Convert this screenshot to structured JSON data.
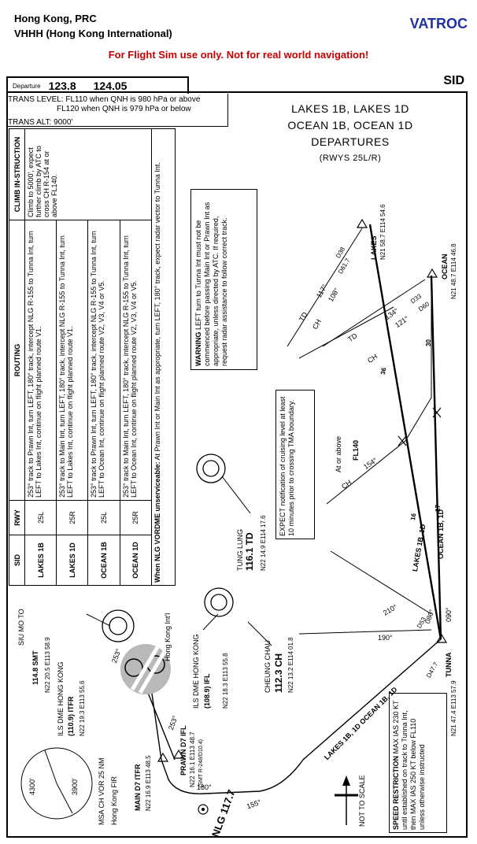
{
  "header": {
    "location": "Hong Kong, PRC",
    "airport": "VHHH (Hong Kong International)",
    "brand": "VATROC",
    "disclaimer": "For Flight Sim use only. Not for real world navigation!",
    "chart_type": "SID"
  },
  "frequency": {
    "label": "Departure",
    "freq1": "123.8",
    "freq2": "124.05"
  },
  "transition": {
    "level_line1": "TRANS LEVEL: FL110 when QNH is 980 hPa or above",
    "level_line2": "FL120 when QNH is 979 hPa or below",
    "altitude": "TRANS ALT: 9000'"
  },
  "title": {
    "line1": "LAKES 1B, LAKES 1D",
    "line2": "OCEAN 1B, OCEAN 1D",
    "line3": "DEPARTURES",
    "runways": "(RWYS 25L/R)"
  },
  "table": {
    "headers": {
      "sid": "SID",
      "rwy": "RWY",
      "routing": "ROUTING",
      "climb": "CLIMB IN-STRUCTION"
    },
    "rows": [
      {
        "sid": "LAKES 1B",
        "rwy": "25L",
        "routing": "253° track to Prawn Int, turn LEFT, 180° track, intercept NLG R-155 to Tunna Int, turn LEFT to Lakes Int, continue on flight planned route V1."
      },
      {
        "sid": "LAKES 1D",
        "rwy": "25R",
        "routing": "253° track to Main Int, turn LEFT, 180° track, intercept NLG R-155 to Tunna Int, turn LEFT to Lakes Int, continue on flight planned route V1."
      },
      {
        "sid": "OCEAN 1B",
        "rwy": "25L",
        "routing": "253° track to Prawn Int, turn LEFT, 180° track, intercept NLG R-155 to Tunna Int, turn LEFT to Ocean Int, continue on flight planned route V2, V3, V4 or V5."
      },
      {
        "sid": "OCEAN 1D",
        "rwy": "25R",
        "routing": "253° track to Main Int, turn LEFT, 180° track, intercept NLG R-155 to Tunna Int, turn LEFT to Ocean Int, continue on flight planned route V2, V3, V4 or V5."
      }
    ],
    "climb": "Climb to 5000', expect further climb by ATC to cross CH R-154 at or above FL140.",
    "note_bold": "When NLG VORDME unserviceable:",
    "note": "At Prawn Int or Main Int as appropriate, turn LEFT, 180° track, expect radar vector to Tunna Int."
  },
  "warning": {
    "title": "WARNING",
    "text": "LEFT turn to Tunna Int must not be commenced before passing Main Int or Prawn Int as appropriate, unless directed by ATC. If required, request radar assistance to follow correct track."
  },
  "expect_note": "EXPECT notification of cruising level at least 10 minutes prior to crossing TMA boundary.",
  "speed_restriction": {
    "title": "SPEED RESTRICTION",
    "text": "MAX IAS 230 KT until established on track to Tunna Int, then MAX IAS 250 KT below FL110 unless otherwise instructed"
  },
  "navaids": {
    "smt": {
      "prefix": "SIU MO TO",
      "freq": "114.8 SMT",
      "coords": "N22 20.5 E113 58.9"
    },
    "itf": {
      "title": "ILS DME HONG KONG",
      "freq": "(110.9) ITFR",
      "coords": "N22 19.3 E113 55.6"
    },
    "ifl": {
      "title": "ILS DME HONG KONG",
      "freq": "(108.9) IFL",
      "coords": "N22 18.3 E113 55.8"
    },
    "td": {
      "title": "TUNG LUNG",
      "freq": "116.1 TD",
      "coords": "N22 14.9 E114 17.6"
    },
    "ch": {
      "title": "CHEUNG CHAU",
      "freq": "112.3 CH",
      "coords": "N22 13.2 E114 01.8"
    },
    "nlg": {
      "freq": "NLG 117.7"
    }
  },
  "fixes": {
    "lakes": {
      "name": "LAKES",
      "coords": "N21 58.7 E114 54.6"
    },
    "ocean": {
      "name": "OCEAN",
      "coords": "N21 48.7 E114 46.8"
    },
    "tunna": {
      "name": "TUNNA",
      "coords": "N21 47.4 E113 57.9"
    },
    "main": {
      "name": "MAIN D7 ITFR",
      "coords": "N22 16.9 E113 48.5"
    },
    "prawn": {
      "name": "PRAWN D7 IFL",
      "coords": "N22 16.1 E113 48.7",
      "extra": "(SMT R-248/D10.4)"
    }
  },
  "labels": {
    "airport": "Hong Kong Int'l",
    "fir": "Hong Kong FIR",
    "msa": "MSA CH VOR 25 NM",
    "msa_alt1": "4300'",
    "msa_alt2": "3900'",
    "at_or_above": "At or above",
    "fl140": "FL140",
    "not_to_scale": "NOT TO SCALE",
    "lakes_ocean_route": "LAKES 1B, 1D OCEAN 1B, 1D",
    "lakes_route": "LAKES 1B, 1D",
    "ocean_route": "OCEAN 1B, 1D"
  },
  "radials": {
    "r253a": "253°",
    "r253b": "253°",
    "r180a": "180°",
    "r155": "155°",
    "r190": "190°",
    "r210": "210°",
    "r080": "080°",
    "r090": "090°",
    "r154": "154°",
    "r117": "117°",
    "r108": "108°",
    "r121": "121°",
    "r134": "134°",
    "d61": "D61.7",
    "d38": "D38",
    "d33": "D33",
    "d60": "D60",
    "d47": "D47.7",
    "d53": "D53",
    "dist_36": "36",
    "dist_30": "30",
    "dist_16": "16",
    "dist_17": "17",
    "td": "TD",
    "ch": "CH"
  },
  "colors": {
    "brand": "#1f2fa6",
    "disclaimer": "#c40000"
  }
}
